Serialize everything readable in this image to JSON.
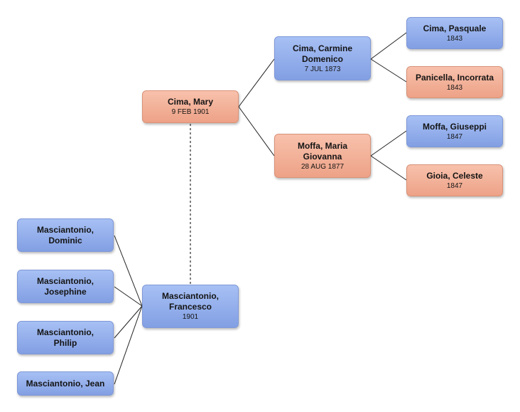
{
  "people": {
    "cima_mary": {
      "name": "Cima, Mary",
      "date": "9 FEB 1901"
    },
    "cima_carmine": {
      "name": "Cima, Carmine Domenico",
      "date": "7 JUL 1873"
    },
    "moffa_maria": {
      "name": "Moffa, Maria Giovanna",
      "date": "28 AUG 1877"
    },
    "cima_pasquale": {
      "name": "Cima, Pasquale",
      "date": "1843"
    },
    "panicella_incorrata": {
      "name": "Panicella, Incorrata",
      "date": "1843"
    },
    "moffa_giuseppi": {
      "name": "Moffa, Giuseppi",
      "date": "1847"
    },
    "gioia_celeste": {
      "name": "Gioia, Celeste",
      "date": "1847"
    },
    "masciantonio_francesco": {
      "name": "Masciantonio, Francesco",
      "date": "1901"
    },
    "masciantonio_dominic": {
      "name": "Masciantonio, Dominic"
    },
    "masciantonio_josephine": {
      "name": "Masciantonio, Josephine"
    },
    "masciantonio_philip": {
      "name": "Masciantonio, Philip"
    },
    "masciantonio_jean": {
      "name": "Masciantonio, Jean"
    }
  },
  "colors": {
    "male": "#94aeec",
    "female": "#f2b098",
    "line": "#222222",
    "marriage_line": "#555555"
  }
}
